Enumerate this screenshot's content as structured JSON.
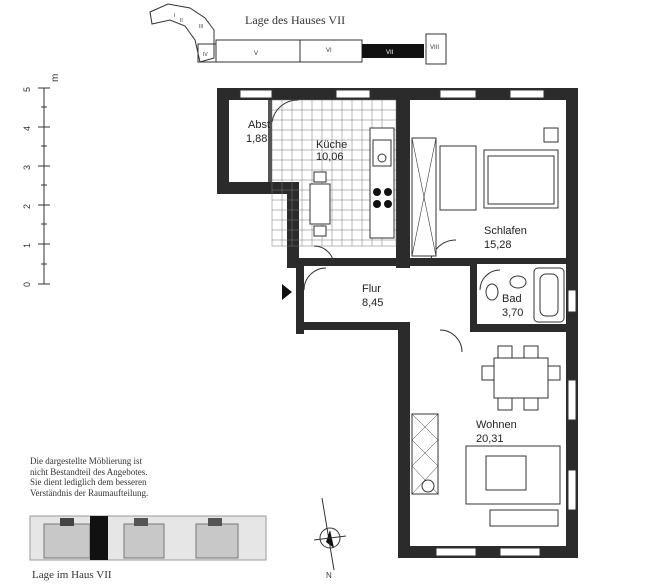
{
  "location_title": "Lage des Hauses VII",
  "site_plan_labels": [
    "I",
    "II",
    "III",
    "IV",
    "V",
    "VI",
    "VII",
    "VIII"
  ],
  "scale": {
    "unit": "m",
    "ticks": [
      "0",
      "1",
      "2",
      "3",
      "4",
      "5"
    ]
  },
  "rooms": [
    {
      "name": "Abst",
      "area": "1,88"
    },
    {
      "name": "Küche",
      "area": "10,06"
    },
    {
      "name": "Schlafen",
      "area": "15,28"
    },
    {
      "name": "Flur",
      "area": "8,45"
    },
    {
      "name": "Bad",
      "area": "3,70"
    },
    {
      "name": "Wohnen",
      "area": "20,31"
    }
  ],
  "disclaimer": [
    "Die dargestellte Möblierung ist",
    "nicht Bestandteil des Angebotes.",
    "Sie dient lediglich dem besseren",
    "Verständnis der Raumaufteilung."
  ],
  "house_location_caption": "Lage im Haus VII",
  "compass_label": "N",
  "colors": {
    "wall": "#2b2b2b",
    "highlight": "#111111",
    "tile": "#777777"
  }
}
